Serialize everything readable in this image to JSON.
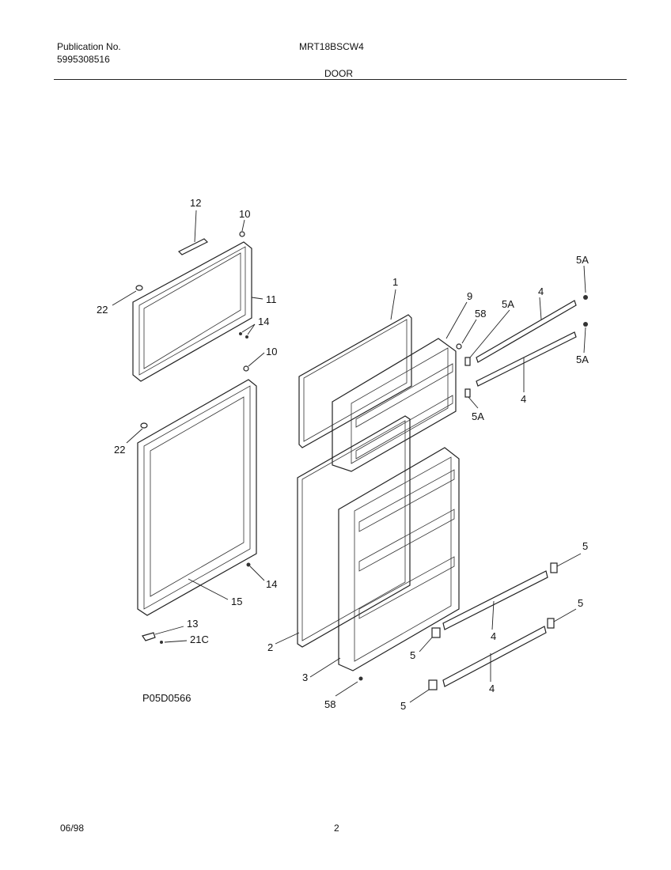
{
  "header": {
    "publication_label": "Publication No.",
    "publication_number": "5995308516",
    "model": "MRT18BSCW4",
    "section": "DOOR"
  },
  "diagram_code": "P05D0566",
  "footer": {
    "date": "06/98",
    "page": "2"
  },
  "callouts": {
    "c12": "12",
    "c10a": "10",
    "c11": "11",
    "c22a": "22",
    "c14a": "14",
    "c10b": "10",
    "c22b": "22",
    "c14b": "14",
    "c15": "15",
    "c13": "13",
    "c21c": "21C",
    "c1": "1",
    "c9": "9",
    "c58a": "58",
    "c5a1": "5A",
    "c4a": "4",
    "c5a2": "5A",
    "c5a3": "5A",
    "c4b": "4",
    "c5a4": "5A",
    "c2": "2",
    "c3": "3",
    "c58b": "58",
    "c5a": "5",
    "c5b": "5",
    "c4c": "4",
    "c5c": "5",
    "c4d": "4",
    "c5d": "5"
  }
}
